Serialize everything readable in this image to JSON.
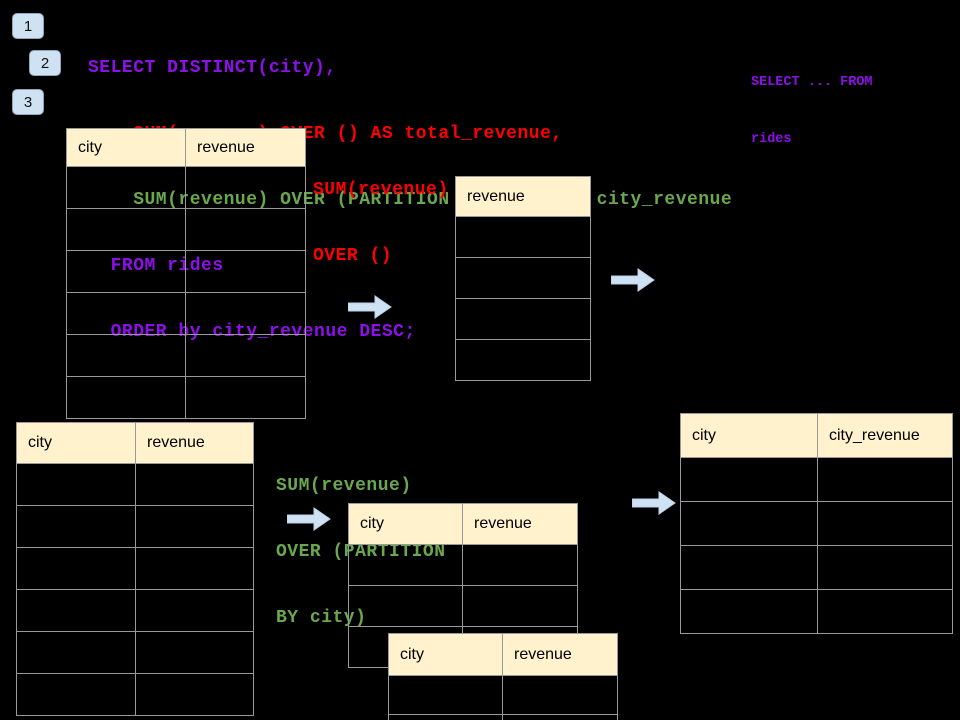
{
  "colors": {
    "background": "#000000",
    "sql_purple": "#8e10e8",
    "sql_red": "#ff0000",
    "sql_green": "#6aa84f",
    "table_header_fill": "#fff2cc",
    "table_border": "#999999",
    "arrow_fill": "#cfe2f3",
    "badge_fill": "#cfe2f3"
  },
  "steps": [
    {
      "label": "1"
    },
    {
      "label": "2"
    },
    {
      "label": "3"
    }
  ],
  "sql": {
    "lines": [
      {
        "text": "SELECT DISTINCT(city),",
        "color": "purple"
      },
      {
        "text": "    SUM(revenue) OVER () AS total_revenue,",
        "color": "red"
      },
      {
        "text": "    SUM(revenue) OVER (PARTITION BY city) as city_revenue",
        "color": "green"
      },
      {
        "text": "  FROM rides",
        "color": "purple"
      },
      {
        "text": "  ORDER by city_revenue DESC;",
        "color": "purple"
      }
    ]
  },
  "side_note": {
    "lines": [
      "SELECT ... FROM",
      "rides"
    ]
  },
  "annotations": {
    "total": {
      "lines": [
        "SUM(revenue)",
        "OVER ()"
      ]
    },
    "partition": {
      "lines": [
        "SUM(revenue)",
        "OVER (PARTITION",
        "BY city)"
      ]
    }
  },
  "tables": {
    "source_top": {
      "headers": [
        "city",
        "revenue"
      ]
    },
    "total_result": {
      "headers": [
        "revenue"
      ]
    },
    "source_bottom": {
      "headers": [
        "city",
        "revenue"
      ]
    },
    "partition_a": {
      "headers": [
        "city",
        "revenue"
      ]
    },
    "partition_b": {
      "headers": [
        "city",
        "revenue"
      ]
    },
    "final_result": {
      "headers": [
        "city",
        "city_revenue"
      ]
    }
  },
  "icons": {
    "arrow": "block-arrow-right"
  }
}
